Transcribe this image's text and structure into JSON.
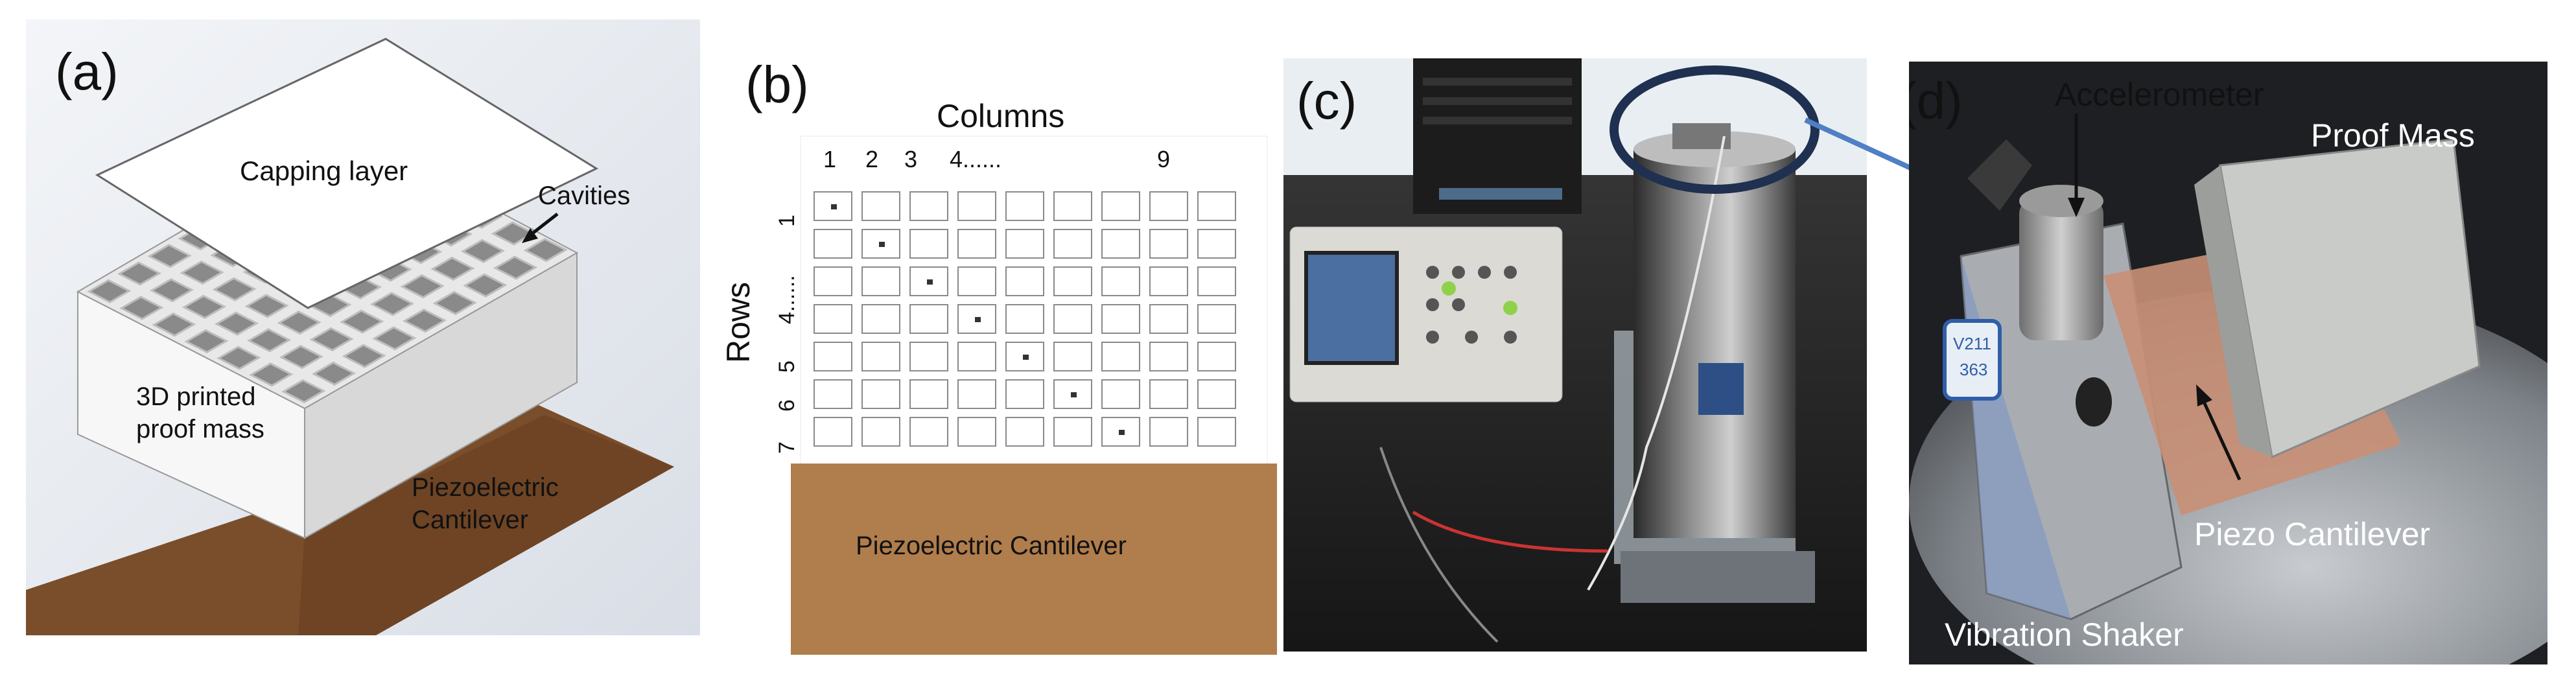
{
  "panels": {
    "a": {
      "label": "(a)",
      "capping_layer": "Capping layer",
      "cavities": "Cavities",
      "proof_mass_line1": "3D printed",
      "proof_mass_line2": "proof mass",
      "cantilever_line1": "Piezoelectric",
      "cantilever_line2": "Cantilever"
    },
    "b": {
      "label": "(b)",
      "columns_title": "Columns",
      "rows_title": "Rows",
      "column_labels": [
        "1",
        "2",
        "3",
        "4......",
        "9"
      ],
      "row_labels": [
        "1",
        "4......",
        "5",
        "6",
        "7"
      ],
      "cantilever": "Piezoelectric Cantilever"
    },
    "c": {
      "label": "(c)"
    },
    "d": {
      "label": "(d)",
      "accelerometer": "Accelerometer",
      "proof_mass": "Proof Mass",
      "piezo_cantilever": "Piezo Cantilever",
      "vibration_shaker": "Vibration Shaker",
      "sensor_tag_line1": "V211",
      "sensor_tag_line2": "363"
    }
  },
  "colors": {
    "cantilever_brown": "#b07d4c",
    "cantilever_dark": "#7a4e2a",
    "highlight_circle": "#1f3050",
    "arrow_blue": "#4f7fc4"
  }
}
